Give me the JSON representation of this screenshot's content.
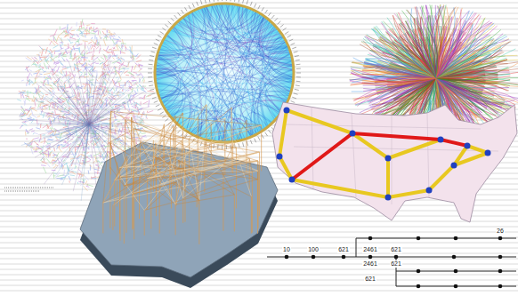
{
  "diagram": {
    "labels": [
      "10",
      "100",
      "621",
      "2461",
      "621",
      "26",
      "2461",
      "621",
      "621"
    ]
  }
}
